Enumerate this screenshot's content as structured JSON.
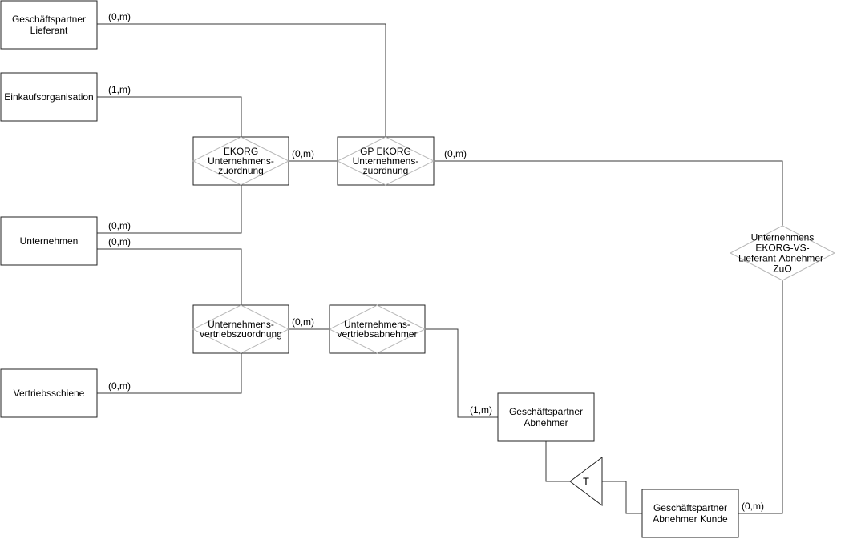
{
  "entities": {
    "gp_lieferant": [
      "Geschäftspartner",
      "Lieferant"
    ],
    "einkaufsorganisation": [
      "Einkaufsorganisation"
    ],
    "unternehmen": [
      "Unternehmen"
    ],
    "vertriebsschiene": [
      "Vertriebsschiene"
    ],
    "gp_abnehmer": [
      "Geschäftspartner",
      "Abnehmer"
    ],
    "gp_abnehmer_kunde": [
      "Geschäftspartner",
      "Abnehmer Kunde"
    ]
  },
  "relationships": {
    "ekorg_unternehmenszuordnung": [
      "EKORG",
      "Unternehmens-",
      "zuordnung"
    ],
    "gp_ekorg_unternehmenszuordnung": [
      "GP EKORG",
      "Unternehmens-",
      "zuordnung"
    ],
    "unternehmensvertriebszuordnung": [
      "Unternehmens-",
      "vertriebszuordnung"
    ],
    "unternehmensvertriebsabnehmer": [
      "Unternehmens-",
      "vertriebsabnehmer"
    ],
    "unternehmens_ekorg_vs_zuo": [
      "Unternehmens",
      "EKORG-VS-",
      "Lieferant-Abnehmer-",
      "ZuO"
    ]
  },
  "specialization": {
    "label": "T"
  },
  "cardinalities": {
    "gp_lieferant": "(0,m)",
    "einkaufsorganisation": "(1,m)",
    "ekorg_to_gp_ekorg": "(0,m)",
    "gp_ekorg_to_zuo": "(0,m)",
    "unternehmen_top": "(0,m)",
    "unternehmen_bottom": "(0,m)",
    "vertriebszuordnung_to_abnehmer": "(0,m)",
    "vertriebsschiene": "(0,m)",
    "gp_abnehmer": "(1,m)",
    "gp_abnehmer_kunde": "(0,m)"
  },
  "colors": {
    "line": "#3a3a3a",
    "border": "#222222",
    "diamond": "#b8b8b8"
  }
}
